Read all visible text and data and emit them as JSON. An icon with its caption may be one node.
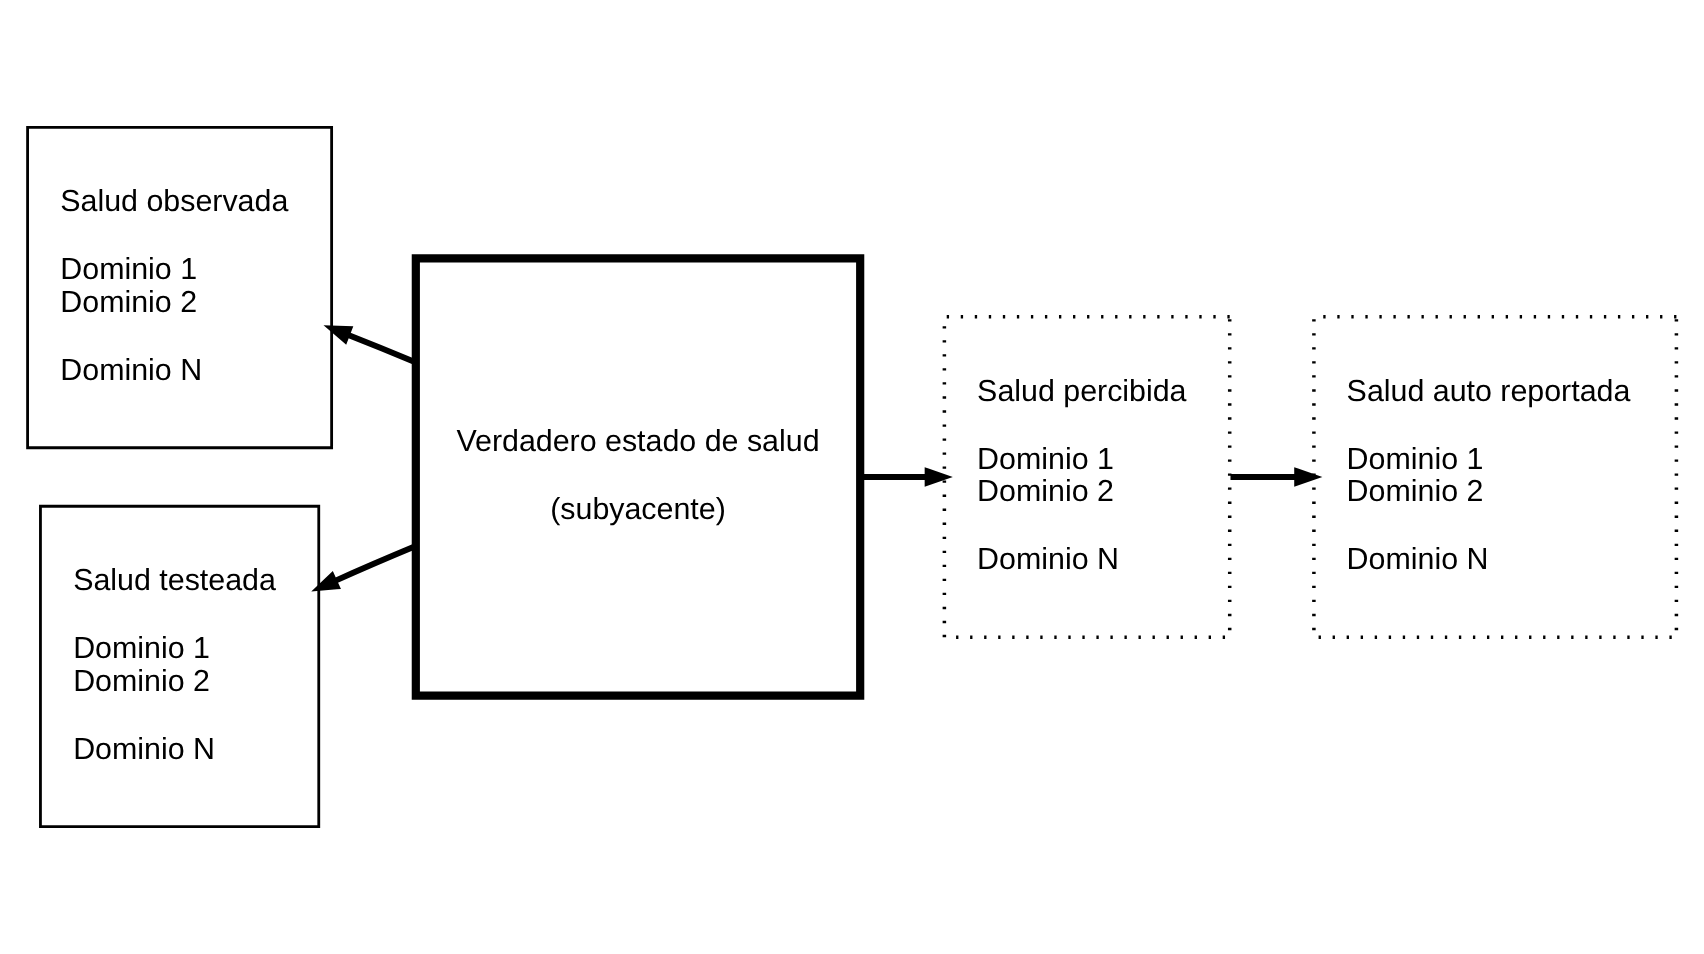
{
  "diagram": {
    "nodes": [
      {
        "text": [
          "Salud observada",
          "Dominio 1",
          "Dominio 2",
          "Dominio N"
        ]
      },
      {
        "text": [
          "Salud testeada",
          "Dominio 1",
          "Dominio 2",
          "Dominio N"
        ]
      },
      {
        "text": [
          "Verdadero estado de salud",
          "(subyacente)"
        ]
      },
      {
        "text": [
          "Salud percibida",
          "Dominio 1",
          "Dominio 2",
          "Dominio N"
        ]
      },
      {
        "text": [
          "Salud auto reportada",
          "Dominio 1",
          "Dominio 2",
          "Dominio N"
        ]
      }
    ],
    "edges": [
      {
        "from": 2,
        "to": 0,
        "arrow": "to"
      },
      {
        "from": 2,
        "to": 1,
        "arrow": "to"
      },
      {
        "from": 2,
        "to": 3,
        "arrow": "to"
      },
      {
        "from": 3,
        "to": 4,
        "arrow": "to"
      }
    ]
  }
}
